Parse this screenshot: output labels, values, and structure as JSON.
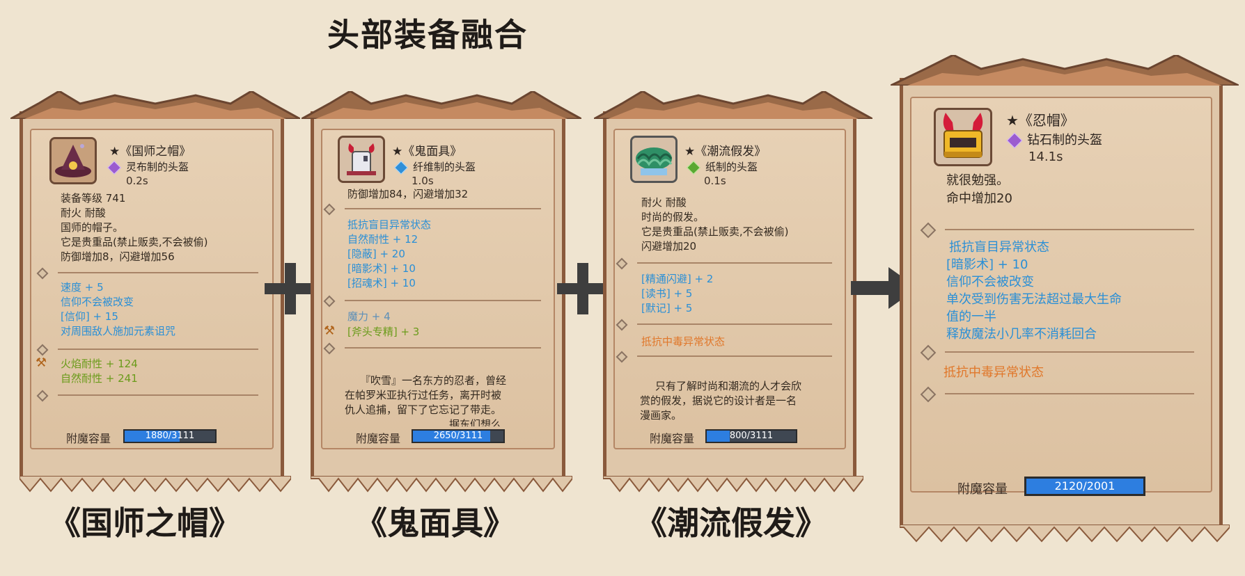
{
  "headline": "头部装备融合",
  "colors": {
    "background": "#efe4d0",
    "card_frame": "#8a5a3c",
    "effect_blue": "#2a8fd6",
    "effect_green": "#6a9b1a",
    "effect_orange": "#e0772a",
    "bar_fill": "#2d7ee0"
  },
  "cards": [
    {
      "title": "★《国师之帽》",
      "material": "灵布制的头盔",
      "gem_color": "#9b5ccf",
      "time": "0.2s",
      "icon": "wizard-hat-icon",
      "base_lines": [
        "装备等级 741",
        "耐火  耐酸",
        "国师的帽子。",
        "它是贵重品(禁止贩卖,不会被偷)",
        "防御增加8，闪避增加56"
      ],
      "effects_blue": [
        "速度 + 5",
        "信仰不会被改变",
        "[信仰] + 15",
        "对周围敌人施加元素诅咒"
      ],
      "effects_green": [
        "火焰耐性 + 124",
        "自然耐性 + 241"
      ],
      "capacity_label": "附魔容量",
      "capacity": "1880/3111",
      "capacity_fraction": 0.604
    },
    {
      "title": "★《鬼面具》",
      "material": "纤维制的头盔",
      "gem_color": "#2f8fd8",
      "time": "1.0s",
      "icon": "demon-mask-icon",
      "base_lines": [
        "防御增加84，闪避增加32"
      ],
      "effects_blue": [
        "抵抗盲目异常状态",
        "自然耐性 + 12",
        "[隐蔽] + 20",
        "[暗影术] + 10",
        "[招魂术] + 10"
      ],
      "effects_lower": [
        "魔力 + 4"
      ],
      "effects_green": [
        "[斧头专精] + 3"
      ],
      "lore": [
        "『吹雪』一名东方的忍者，曾经",
        "在帕罗米亚执行过任务，离开时被",
        "仇人追捕，留下了它忘记了带走。",
        "据东们想么"
      ],
      "capacity_label": "附魔容量",
      "capacity": "2650/3111",
      "capacity_fraction": 0.852
    },
    {
      "title": "★《潮流假发》",
      "material": "纸制的头盔",
      "gem_color": "#5aa832",
      "time": "0.1s",
      "icon": "wig-icon",
      "base_lines": [
        "耐火  耐酸",
        "时尚的假发。",
        "它是贵重品(禁止贩卖,不会被偷)",
        "闪避增加20"
      ],
      "effects_blue": [
        "[精通闪避] + 2",
        "[读书] + 5",
        "[默记] + 5"
      ],
      "effects_orange": [
        "抵抗中毒异常状态"
      ],
      "lore": [
        "只有了解时尚和潮流的人才会欣",
        "赏的假发，据说它的设计者是一名",
        "漫画家。"
      ],
      "capacity_label": "附魔容量",
      "capacity": "800/3111",
      "capacity_fraction": 0.257
    },
    {
      "title": "★《忍帽》",
      "material": "钻石制的头盔",
      "gem_color": "#9b5ccf",
      "time": "14.1s",
      "icon": "ninja-helmet-icon",
      "base_lines": [
        "就很勉强。",
        "命中增加20"
      ],
      "effects_blue": [
        "抵抗盲目异常状态",
        "[暗影术] + 10",
        "信仰不会被改变",
        "单次受到伤害无法超过最大生命",
        "值的一半",
        "释放魔法小几率不消耗回合"
      ],
      "effects_orange": [
        "抵抗中毒异常状态"
      ],
      "capacity_label": "附魔容量",
      "capacity": "2120/2001",
      "capacity_fraction": 1.0
    }
  ],
  "bottom_names": [
    "《国师之帽》",
    "《鬼面具》",
    "《潮流假发》"
  ]
}
